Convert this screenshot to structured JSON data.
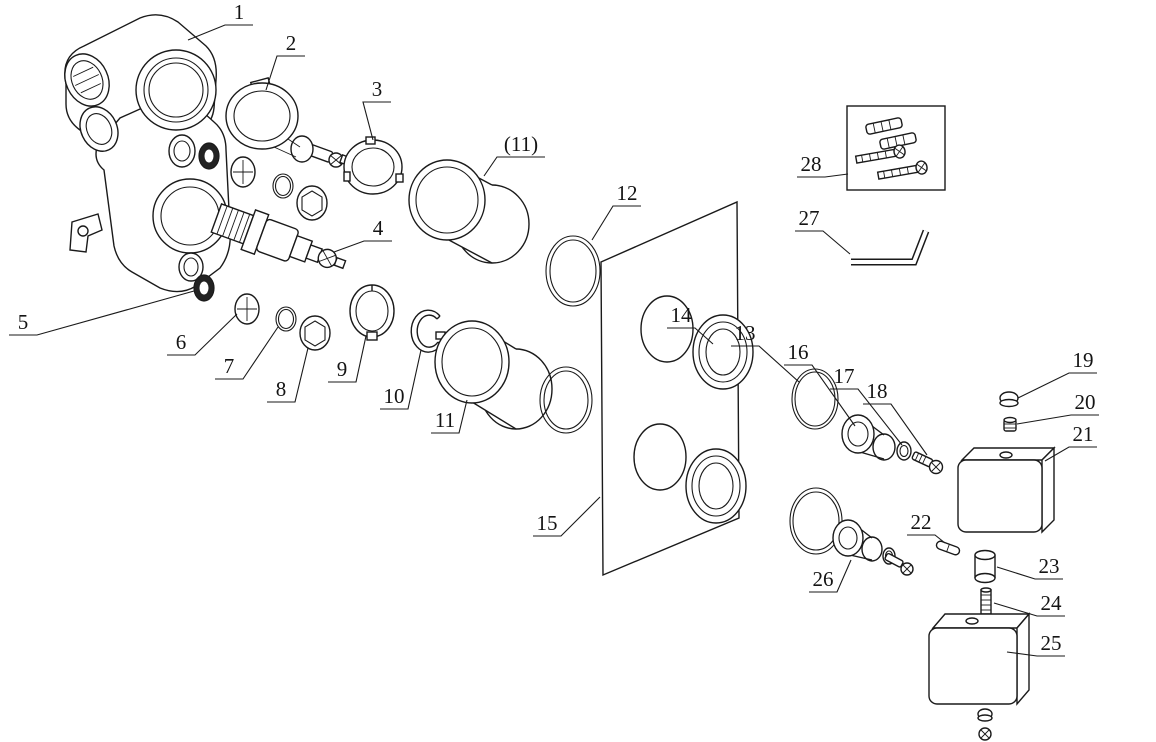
{
  "diagram": {
    "type": "exploded-parts-diagram",
    "style": {
      "ink": "#1a1a1a",
      "background": "#ffffff",
      "dark_part_fill": "#222222"
    },
    "labels": {
      "p1": "1",
      "p2": "2",
      "p3": "3",
      "p4": "4",
      "p5": "5",
      "p6": "6",
      "p7": "7",
      "p8": "8",
      "p9": "9",
      "p10": "10",
      "p11": "11",
      "p11_alt": "(11)",
      "p12": "12",
      "p13": "13",
      "p14": "14",
      "p15": "15",
      "p16": "16",
      "p17": "17",
      "p18": "18",
      "p19": "19",
      "p20": "20",
      "p21": "21",
      "p22": "22",
      "p23": "23",
      "p24": "24",
      "p25": "25",
      "p26": "26",
      "p27": "27",
      "p28": "28"
    }
  }
}
